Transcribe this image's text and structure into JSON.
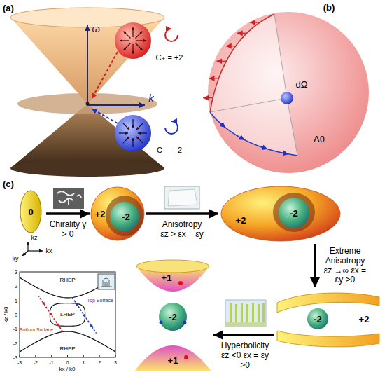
{
  "diagram": {
    "nodes": [
      {
        "text": [
          "0"
        ]
      },
      {
        "text": [
          "+2",
          "-2"
        ]
      },
      {
        "text": [
          "+2",
          "-2"
        ]
      },
      {
        "text": [
          "-2",
          "+2"
        ]
      },
      {
        "text": [
          "+1",
          "-2",
          "+1"
        ]
      }
    ],
    "edges": [
      {
        "from": 0,
        "to": 1,
        "label": "Chirality γ > 0",
        "arrow": "to"
      },
      {
        "from": 1,
        "to": 2,
        "label": "Anisotropy εz > εx = εy",
        "arrow": "to"
      },
      {
        "from": 2,
        "to": 3,
        "label": "Extreme Anisotropy εz →∞ εx = εy >0",
        "arrow": "to"
      },
      {
        "from": 3,
        "to": 4,
        "label": "Hyperbolicity εz <0 εx = εy >0",
        "arrow": "to"
      }
    ],
    "labels": [
      "(a)",
      "ω",
      "k",
      "C₊ = +2",
      "C₋ = -2",
      "(b)",
      "dΩ",
      "Δθ",
      "(c)",
      "kz",
      "ky",
      "kx",
      "RHEP",
      "Top Surface",
      "LHEP",
      "Bottom Surface",
      "RHEP",
      "kz / k0",
      "kx / k0",
      "3",
      "2",
      "1",
      "0",
      "-1",
      "-2",
      "-3",
      "-3",
      "-2",
      "-1",
      "0",
      "1",
      "2",
      "3"
    ]
  }
}
